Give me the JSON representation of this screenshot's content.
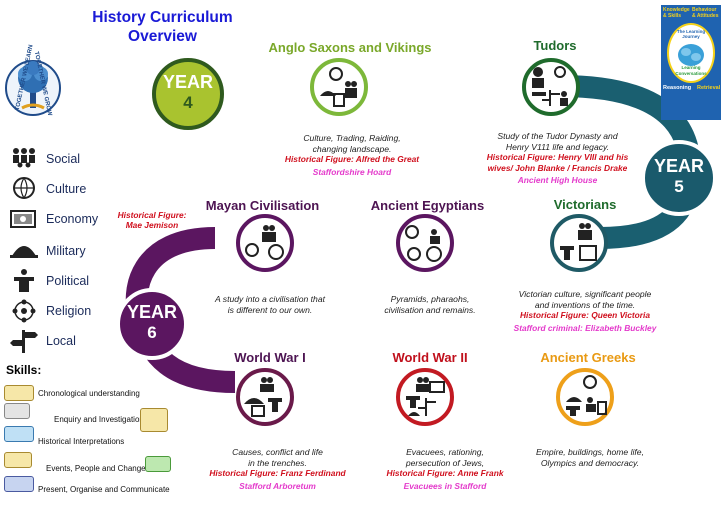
{
  "title_line1": "History Curriculum",
  "title_line2": "Overview",
  "years": {
    "y4": {
      "word": "YEAR",
      "num": "4"
    },
    "y5": {
      "word": "YEAR",
      "num": "5"
    },
    "y6": {
      "word": "YEAR",
      "num": "6"
    }
  },
  "logo_left": {
    "arc_left": "TOGETHER WE LEARN",
    "arc_right": "TOGETHER WE GROW"
  },
  "logo_right": {
    "top_left": "Knowledge & Skills",
    "top_right": "Behaviour & Attitudes",
    "ring": "The Learning Journey",
    "line1": "Learning",
    "line2": "Conversations",
    "bottom_left": "Reasoning",
    "bottom_right": "Retrieval"
  },
  "legend": [
    {
      "label": "Social",
      "icon": "people-group-icon"
    },
    {
      "label": "Culture",
      "icon": "globe-people-icon"
    },
    {
      "label": "Economy",
      "icon": "money-icon"
    },
    {
      "label": "Military",
      "icon": "helmet-icon"
    },
    {
      "label": "Political",
      "icon": "speaker-podium-icon"
    },
    {
      "label": "Religion",
      "icon": "religion-symbols-icon"
    },
    {
      "label": "Local",
      "icon": "signpost-icon"
    }
  ],
  "skills": {
    "title": "Skills:",
    "items": [
      "Chronological understanding",
      "Enquiry and Investigations",
      "Historical Interpretations",
      "Events, People and Changes",
      "Present, Organise and Communicate"
    ]
  },
  "topics": {
    "anglo": {
      "title": "Anglo Saxons and Vikings",
      "desc1": "Culture, Trading, Raiding,",
      "desc2": "changing landscape.",
      "figure": "Historical Figure: Alfred the Great",
      "local": "Staffordshire Hoard"
    },
    "tudors": {
      "title": "Tudors",
      "desc1": "Study of the Tudor Dynasty and",
      "desc2": "Henry V111 life and legacy.",
      "figure1": "Historical Figure: Henry VIII and his",
      "figure2": "wives/ John Blanke / Francis Drake",
      "local": "Ancient High House"
    },
    "mayan": {
      "title": "Mayan Civilisation",
      "figure1": "Historical Figure:",
      "figure2": "Mae Jemison",
      "desc1": "A study into a civilisation that",
      "desc2": "is different to our own."
    },
    "egypt": {
      "title": "Ancient Egyptians",
      "desc1": "Pyramids, pharaohs,",
      "desc2": "civilisation and remains."
    },
    "victorians": {
      "title": "Victorians",
      "desc1": "Victorian culture, significant people",
      "desc2": "and inventions of the time.",
      "figure": "Historical Figure: Queen Victoria",
      "local": "Stafford criminal: Elizabeth Buckley"
    },
    "ww1": {
      "title": "World War I",
      "desc1": "Causes, conflict and life",
      "desc2": "in the trenches.",
      "figure": "Historical Figure: Franz Ferdinand",
      "local": "Stafford Arboretum"
    },
    "ww2": {
      "title": "World War II",
      "desc1": "Evacuees, rationing,",
      "desc2": "persecution of Jews,",
      "figure": "Historical Figure: Anne Frank",
      "local": "Evacuees in Stafford"
    },
    "greeks": {
      "title": "Ancient Greeks",
      "desc1": "Empire, buildings, home life,",
      "desc2": "Olympics and democracy."
    }
  },
  "colors": {
    "green": "#a9c32f",
    "teal": "#1a5a6c",
    "purple": "#5b1660",
    "red": "#c21a22",
    "orange": "#eea01a"
  }
}
